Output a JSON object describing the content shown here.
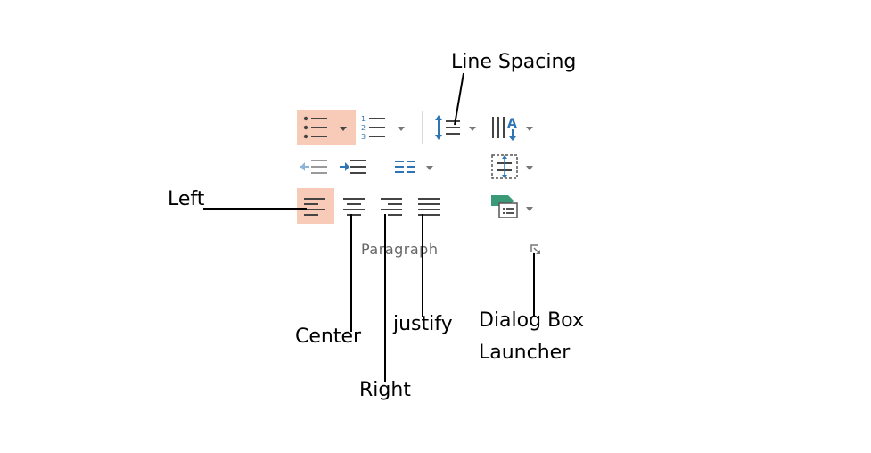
{
  "ribbon_group": {
    "label": "Paragraph",
    "buttons": [
      {
        "name": "bullets",
        "icon": "bullet-list-icon",
        "selected": true,
        "has_dropdown": true
      },
      {
        "name": "numbering",
        "icon": "numbered-list-icon",
        "selected": false,
        "has_dropdown": true
      },
      {
        "name": "line-spacing",
        "icon": "line-spacing-icon",
        "selected": false,
        "has_dropdown": true
      },
      {
        "name": "text-direction",
        "icon": "text-direction-icon",
        "selected": false,
        "has_dropdown": true
      },
      {
        "name": "decrease-indent",
        "icon": "decrease-indent-icon",
        "selected": false,
        "has_dropdown": false
      },
      {
        "name": "increase-indent",
        "icon": "increase-indent-icon",
        "selected": false,
        "has_dropdown": false
      },
      {
        "name": "columns",
        "icon": "columns-icon",
        "selected": false,
        "has_dropdown": true
      },
      {
        "name": "align-text",
        "icon": "align-text-icon",
        "selected": false,
        "has_dropdown": true
      },
      {
        "name": "align-left",
        "icon": "align-left-icon",
        "selected": true,
        "has_dropdown": false
      },
      {
        "name": "center",
        "icon": "align-center-icon",
        "selected": false,
        "has_dropdown": false
      },
      {
        "name": "align-right",
        "icon": "align-right-icon",
        "selected": false,
        "has_dropdown": false
      },
      {
        "name": "justify",
        "icon": "justify-icon",
        "selected": false,
        "has_dropdown": false
      },
      {
        "name": "convert-to-smartart",
        "icon": "smartart-icon",
        "selected": false,
        "has_dropdown": true
      },
      {
        "name": "dialog-box-launcher",
        "icon": "dialog-launcher-icon",
        "selected": false,
        "has_dropdown": false
      }
    ]
  },
  "annotations": {
    "line_spacing": "Line Spacing",
    "left": "Left",
    "center": "Center",
    "right": "Right",
    "justify": "justify",
    "dialog_box_launcher_line1": "Dialog Box",
    "dialog_box_launcher_line2": "Launcher"
  },
  "colors": {
    "selected_fill": "#f8cbb8",
    "icon_dark": "#444444",
    "icon_blue": "#2e75b6",
    "icon_green": "#3a9a78",
    "icon_light": "#9a9a9a",
    "group_label": "#666666",
    "separator": "#d8d8d8"
  }
}
